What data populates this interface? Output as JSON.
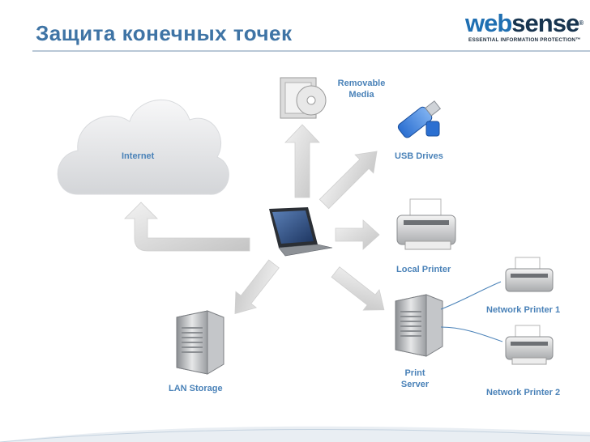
{
  "slide": {
    "title": "Защита конечных точек"
  },
  "logo": {
    "brand_part1": "web",
    "brand_part2": "sense",
    "registered": "®",
    "tagline": "ESSENTIAL INFORMATION PROTECTION™"
  },
  "nodes": {
    "internet": "Internet",
    "removable_media_line1": "Removable",
    "removable_media_line2": "Media",
    "usb_drives": "USB Drives",
    "local_printer": "Local Printer",
    "network_printer_1": "Network Printer 1",
    "network_printer_2": "Network Printer 2",
    "print_server_line1": "Print",
    "print_server_line2": "Server",
    "lan_storage": "LAN Storage"
  },
  "colors": {
    "title": "#3f74a5",
    "label": "#4a82b8",
    "logo_blue": "#1f6fb2",
    "logo_dark": "#17344f"
  }
}
